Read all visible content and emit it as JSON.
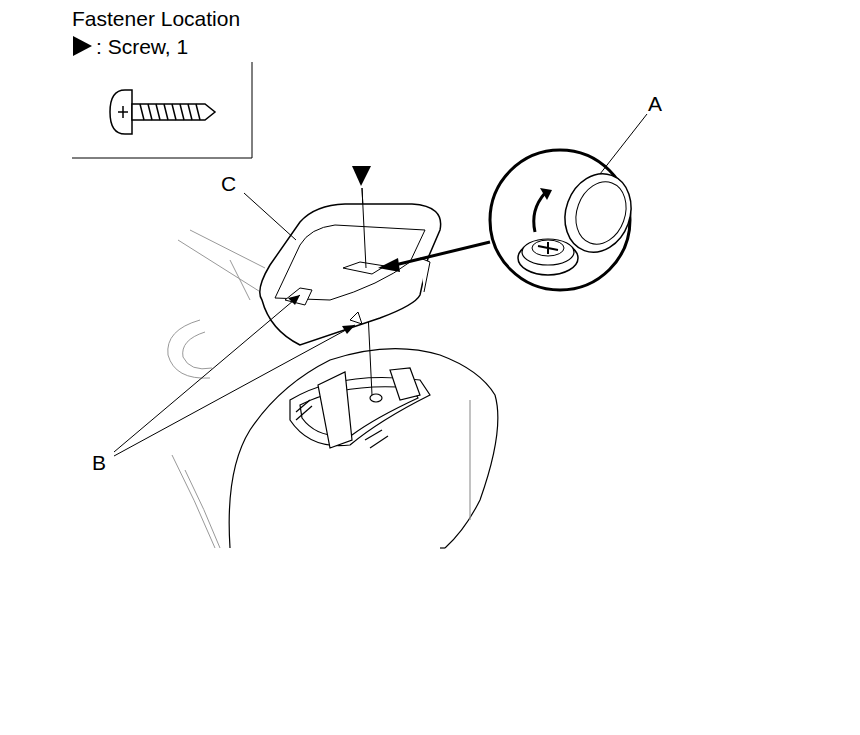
{
  "diagram": {
    "labels": [
      "Fastener Location",
      ": Screw, 1",
      "A",
      "B",
      "C"
    ]
  }
}
